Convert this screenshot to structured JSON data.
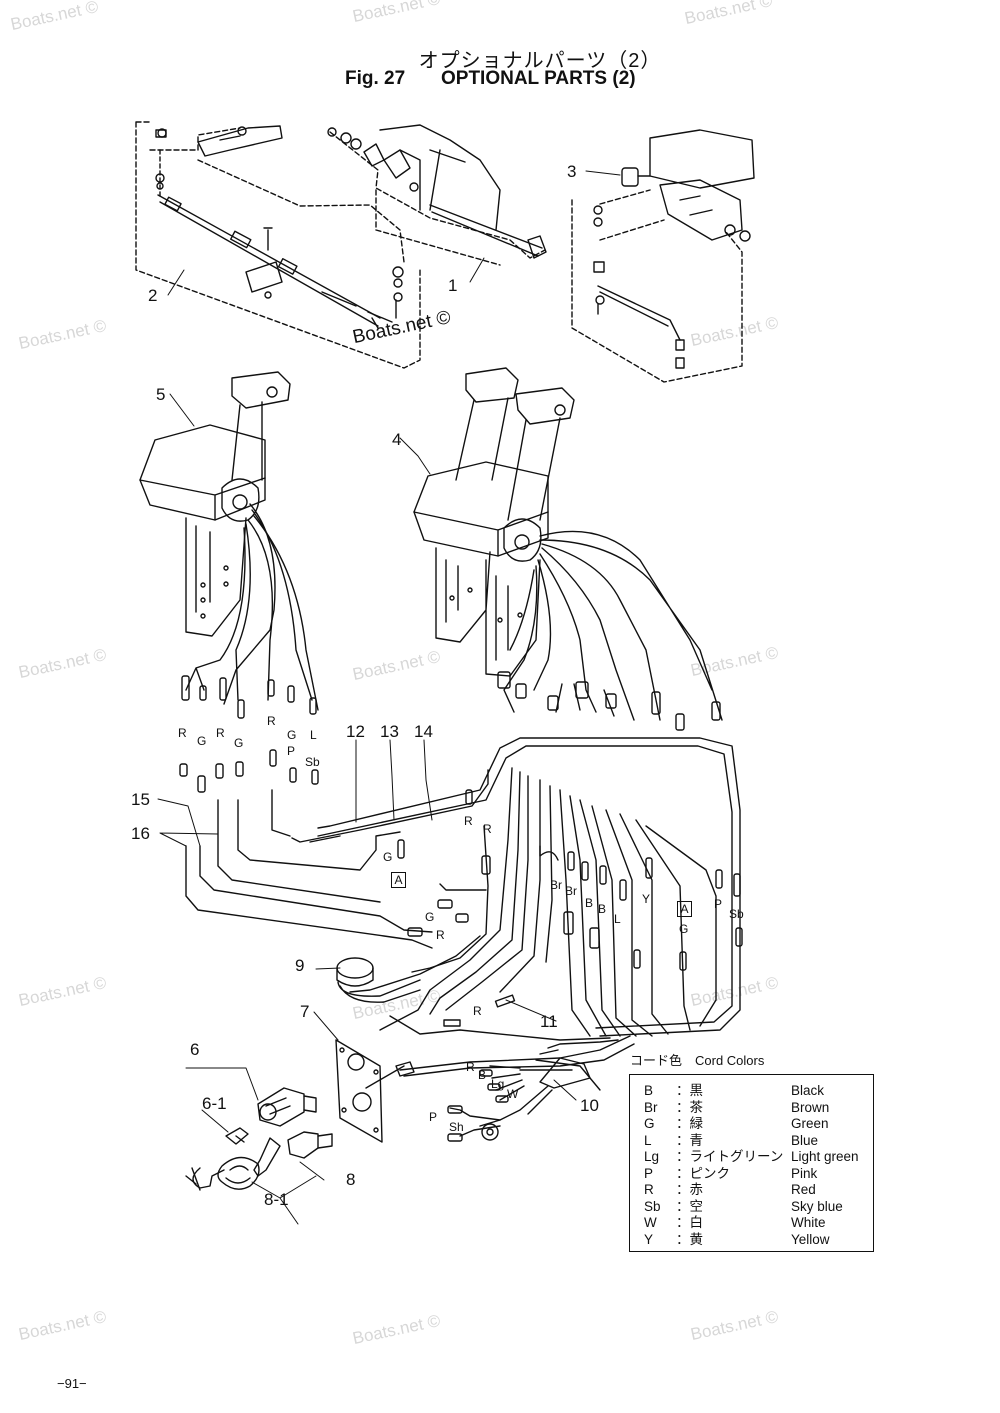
{
  "header": {
    "title_jp": "オプショナルパーツ（2）",
    "fig_label": "Fig. 27",
    "title_en": "OPTIONAL PARTS (2)"
  },
  "watermark": {
    "main": "Boats.net ©",
    "faint": "Boats.net ©"
  },
  "callouts": [
    "1",
    "2",
    "3",
    "4",
    "5",
    "6",
    "6-1",
    "7",
    "8",
    "8-1",
    "9",
    "10",
    "11",
    "12",
    "13",
    "14",
    "15",
    "16"
  ],
  "wire_labels": {
    "left_r1": "R",
    "left_g1": "G",
    "left_r2": "R",
    "left_g2": "G",
    "r3": "R",
    "g3": "G",
    "l1": "L",
    "p1": "P",
    "sb1": "Sb",
    "center_r1": "R",
    "center_r2": "R",
    "center_g": "G",
    "box_a1": "A",
    "g_mid": "G",
    "r_mid": "R",
    "r_low": "R",
    "br1": "Br",
    "br2": "Br",
    "b1": "B",
    "b2": "B",
    "l2": "L",
    "y1": "Y",
    "box_a2": "A",
    "g_right": "G",
    "p2": "P",
    "sb2": "Sb",
    "conn_r": "R",
    "conn_b": "B",
    "conn_lg": "Lg",
    "conn_w": "W",
    "conn_p": "P",
    "conn_sh": "Sh"
  },
  "legend": {
    "title": "コード色　Cord Colors",
    "rows": [
      {
        "code": "B",
        "jp": "：黒",
        "en": "Black"
      },
      {
        "code": "Br",
        "jp": "：茶",
        "en": "Brown"
      },
      {
        "code": "G",
        "jp": "：緑",
        "en": "Green"
      },
      {
        "code": "L",
        "jp": "：青",
        "en": "Blue"
      },
      {
        "code": "Lg",
        "jp": "：ライトグリーン",
        "en": "Light green"
      },
      {
        "code": "P",
        "jp": "：ピンク",
        "en": "Pink"
      },
      {
        "code": "R",
        "jp": "：赤",
        "en": "Red"
      },
      {
        "code": "Sb",
        "jp": "：空",
        "en": "Sky blue"
      },
      {
        "code": "W",
        "jp": "：白",
        "en": "White"
      },
      {
        "code": "Y",
        "jp": "：黄",
        "en": "Yellow"
      }
    ]
  },
  "page_number": "−91−"
}
